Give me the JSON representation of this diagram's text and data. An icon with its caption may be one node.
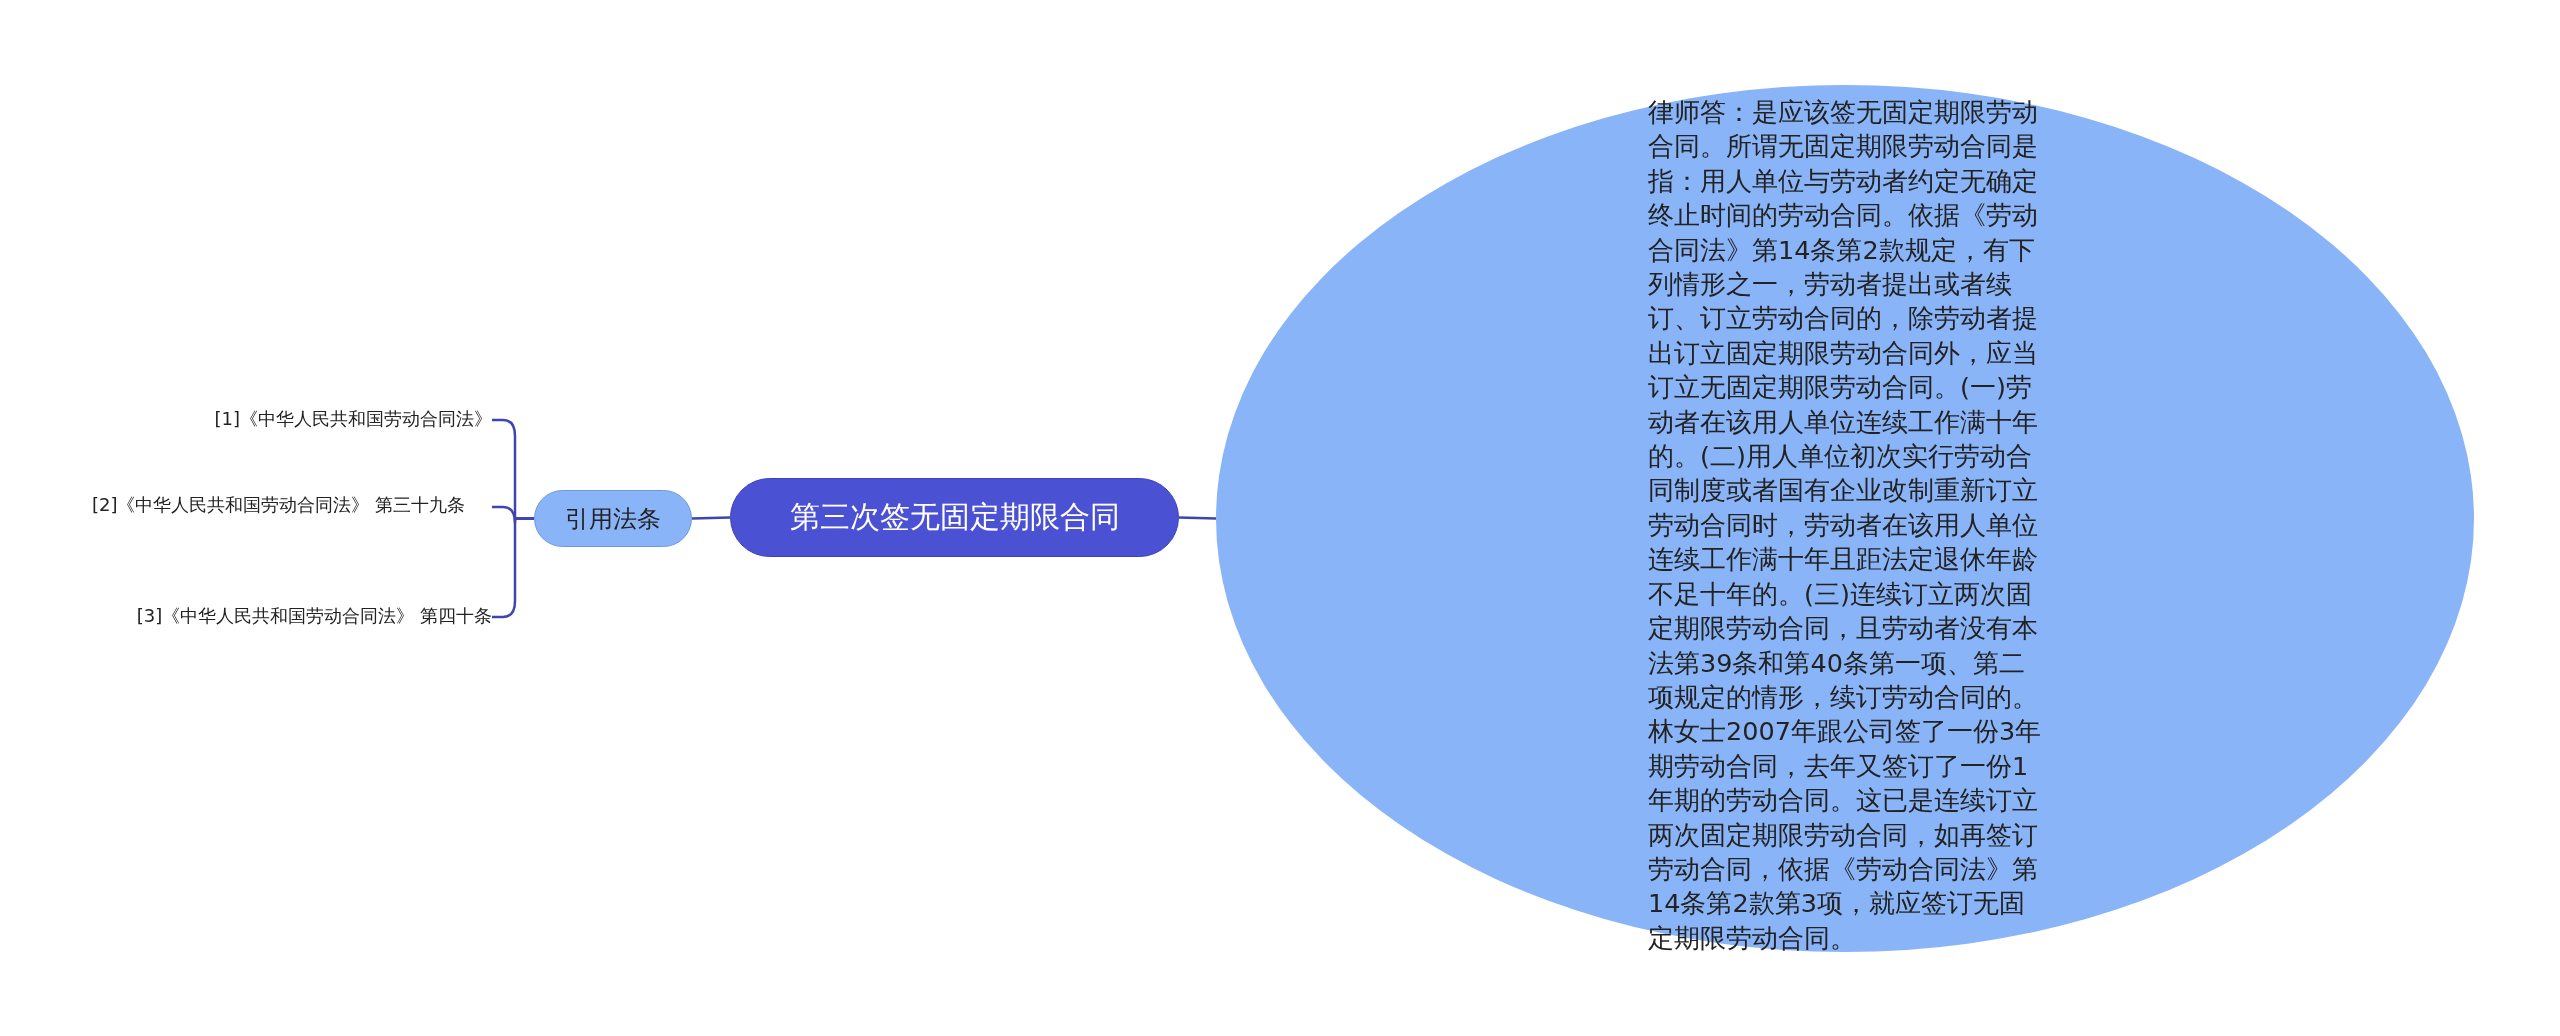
{
  "diagram": {
    "nodes": [
      {
        "text": [
          "第三次签无固定期限合同"
        ]
      },
      {
        "text": [
          "引用法条"
        ]
      },
      {
        "text": [
          "[1]《中华人民共和国劳动合同法》"
        ]
      },
      {
        "text": [
          "[2]《中华人民共和国劳动合同法》 第三十九条"
        ]
      },
      {
        "text": [
          "[3]《中华人民共和国劳动合同法》 第四十条"
        ]
      },
      {
        "text": [
          "律师答：是应该签无固定期限劳动合同。所谓无固定期限劳动合同是指：用人单位与劳动者约定无确定终止时间的劳动合同。依据《劳动合同法》第14条第2款规定，有下列情形之一，劳动者提出或者续订、订立劳动合同的，除劳动者提出订立固定期限劳动合同外，应当订立无固定期限劳动合同。(一)劳动者在该用人单位连续工作满十年的。(二)用人单位初次实行劳动合同制度或者国有企业改制重新订立劳动合同时，劳动者在该用人单位连续工作满十年且距法定退休年龄不足十年的。(三)连续订立两次固定期限劳动合同，且劳动者没有本法第39条和第40条第一项、第二项规定的情形，续订劳动合同的。林女士2007年跟公司签了一份3年期劳动合同，去年又签订了一份1年期的劳动合同。这已是连续订立两次固定期限劳动合同，如再签订劳动合同，依据《劳动合同法》第14条第2款第3项，就应签订无固定期限劳动合同。"
        ]
      }
    ],
    "edges": [
      {
        "from": 0,
        "to": 1,
        "arrow": "none"
      },
      {
        "from": 1,
        "to": 2,
        "arrow": "none"
      },
      {
        "from": 1,
        "to": 3,
        "arrow": "none"
      },
      {
        "from": 1,
        "to": 4,
        "arrow": "none"
      },
      {
        "from": 0,
        "to": 5,
        "arrow": "none"
      }
    ]
  }
}
